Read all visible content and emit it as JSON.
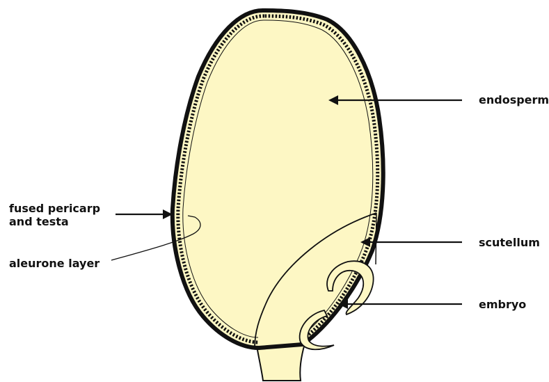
{
  "diagram": {
    "labels": {
      "endosperm": "endosperm",
      "pericarp_line1": "fused pericarp",
      "pericarp_line2": "and testa",
      "aleurone": "aleurone layer",
      "scutellum": "scutellum",
      "embryo": "embryo"
    },
    "colors": {
      "seed_fill": "#fdf7c4",
      "outline": "#111111",
      "background": "#ffffff"
    }
  }
}
